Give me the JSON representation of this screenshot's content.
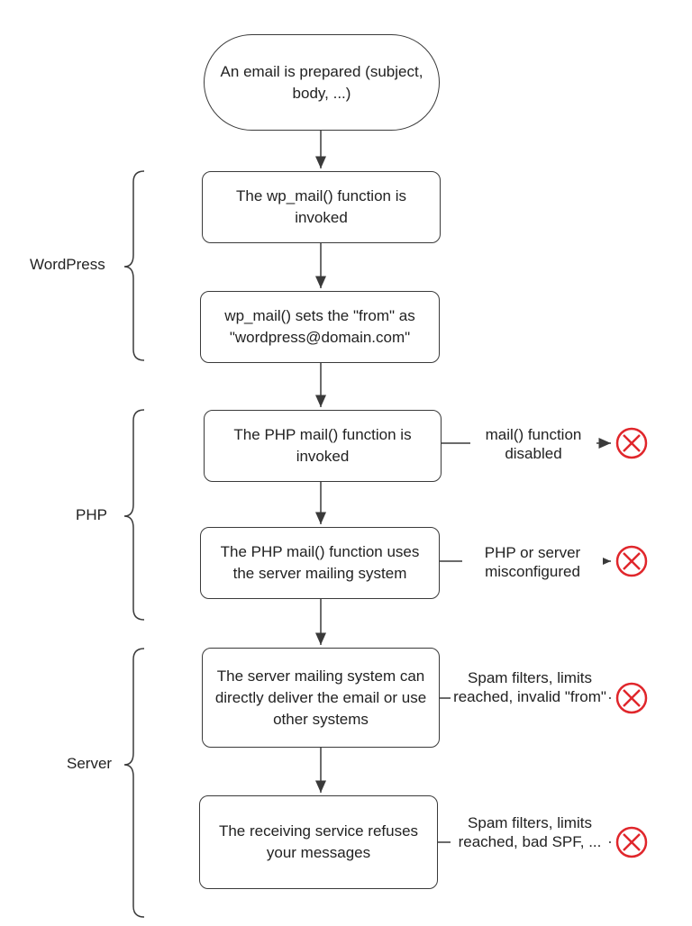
{
  "nodes": {
    "start": "An email is prepared (subject, body, ...)",
    "n1": "The wp_mail() function is invoked",
    "n2": "wp_mail() sets the \"from\" as \"wordpress@domain.com\"",
    "n3": "The PHP mail() function is invoked",
    "n4": "The PHP mail() function uses the server mailing system",
    "n5": "The server mailing system can directly deliver the email or use other systems",
    "n6": "The receiving service refuses your messages"
  },
  "groups": {
    "wordpress": "WordPress",
    "php": "PHP",
    "server": "Server"
  },
  "failures": {
    "f1": "mail() function disabled",
    "f2": "PHP or server misconfigured",
    "f3": "Spam filters, limits reached, invalid \"from\"",
    "f4": "Spam filters, limits reached, bad SPF, ..."
  },
  "colors": {
    "stroke": "#3a3a3a",
    "error": "#e0262b"
  }
}
